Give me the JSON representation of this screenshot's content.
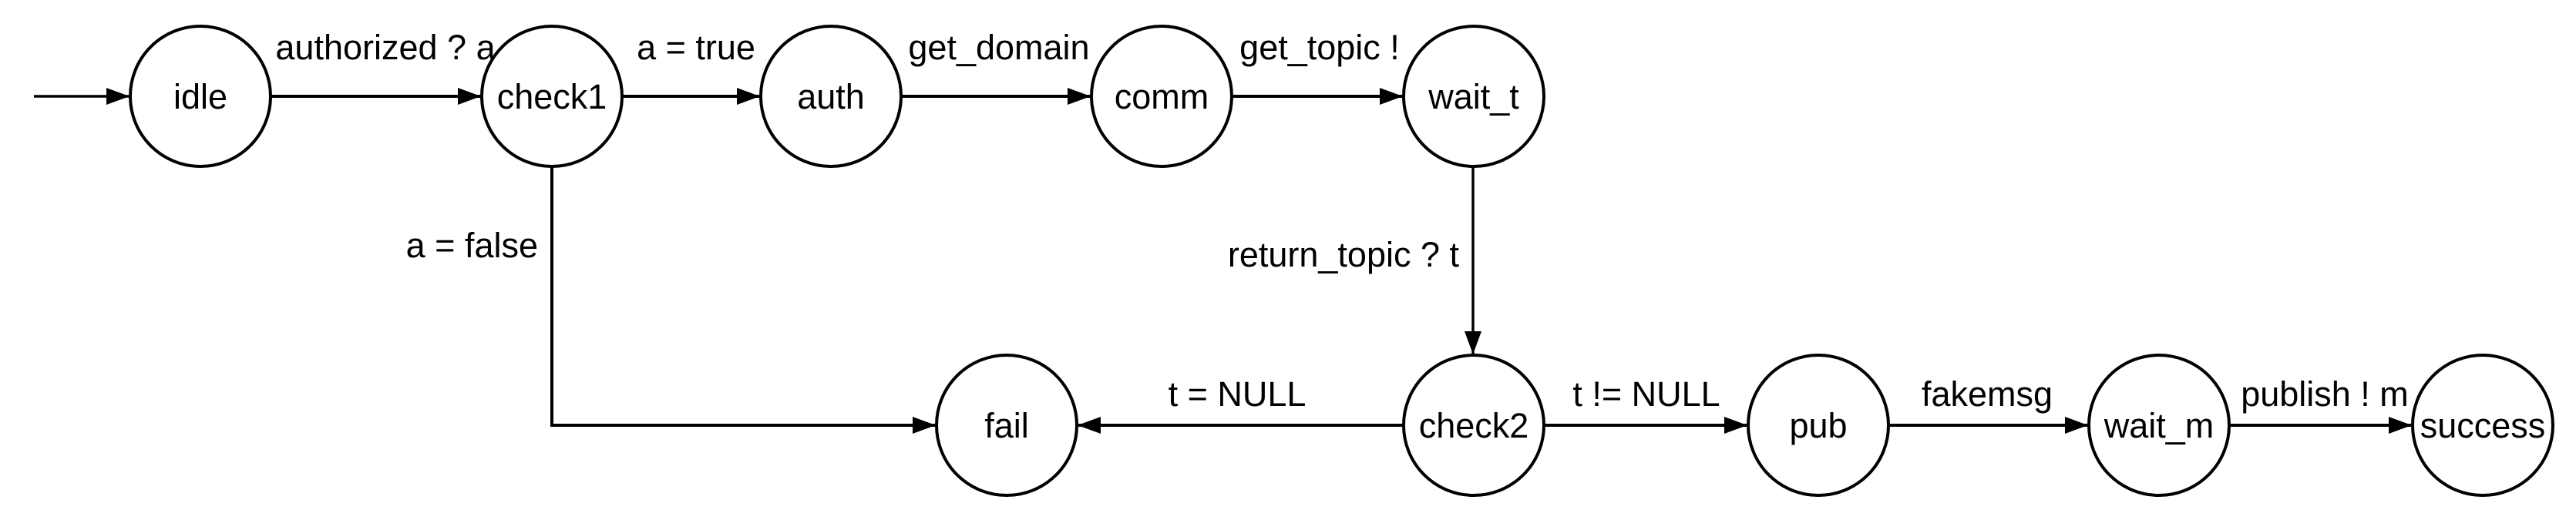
{
  "diagram": {
    "type": "state-machine",
    "colors": {
      "ink": "#000000",
      "background": "#ffffff",
      "node_fill": "#ffffff"
    },
    "initial_state": "idle",
    "states": [
      {
        "label": "idle"
      },
      {
        "label": "check1"
      },
      {
        "label": "auth"
      },
      {
        "label": "comm"
      },
      {
        "label": "wait_t"
      },
      {
        "label": "fail"
      },
      {
        "label": "check2"
      },
      {
        "label": "pub"
      },
      {
        "label": "wait_m"
      },
      {
        "label": "success"
      }
    ],
    "transitions": [
      {
        "from": "idle",
        "to": "check1",
        "label": "authorized ? a"
      },
      {
        "from": "check1",
        "to": "auth",
        "label": "a = true"
      },
      {
        "from": "auth",
        "to": "comm",
        "label": "get_domain"
      },
      {
        "from": "comm",
        "to": "wait_t",
        "label": "get_topic !"
      },
      {
        "from": "wait_t",
        "to": "check2",
        "label": "return_topic ? t"
      },
      {
        "from": "check1",
        "to": "fail",
        "label": "a = false"
      },
      {
        "from": "check2",
        "to": "fail",
        "label": "t = NULL"
      },
      {
        "from": "check2",
        "to": "pub",
        "label": "t != NULL"
      },
      {
        "from": "pub",
        "to": "wait_m",
        "label": "fakemsg"
      },
      {
        "from": "wait_m",
        "to": "success",
        "label": "publish ! m"
      }
    ]
  }
}
